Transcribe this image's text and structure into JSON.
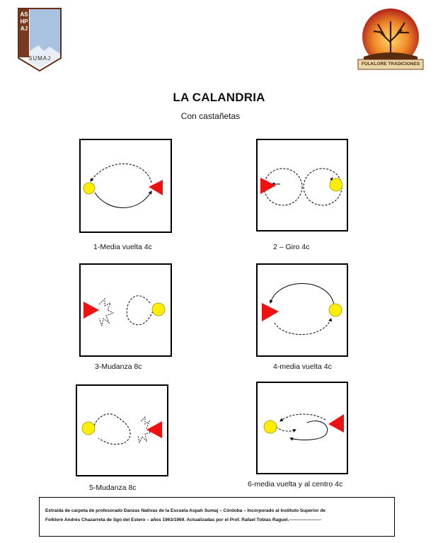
{
  "logos": {
    "left_text_vertical": "ASHPAJ",
    "left_text_bottom": "SUMAJ",
    "right_banner": "FOLKLORE TRADICIONES"
  },
  "header": {
    "title": "LA CALANDRIA",
    "subtitle": "Con castañetas"
  },
  "figures": [
    {
      "caption": "1-Media vuelta 4c"
    },
    {
      "caption": "2 – Giro  4c"
    },
    {
      "caption": "3-Mudanza 8c"
    },
    {
      "caption": "4-media vuelta 4c"
    },
    {
      "caption": "5-Mudanza 8c"
    },
    {
      "caption": "6-media vuelta  y al centro 4c"
    }
  ],
  "footer": {
    "line1": "Extraída de carpeta de profesorado Danzas Nativas de la Escuela Aspah Sumaj – Córdoba – Incorporado al Instituto Superior de",
    "line2": "Folklore Andrés Chazarreta de Sgo del Estero – años 1963/1969. Actualizadas por el Prof. Rafael Tobías Raguel.---------------------"
  },
  "colors": {
    "yellow_circle": "#ffee00",
    "red_triangle": "#ee1111",
    "logo_blue": "#9ab4d6",
    "logo_brown": "#7a3a1f"
  }
}
